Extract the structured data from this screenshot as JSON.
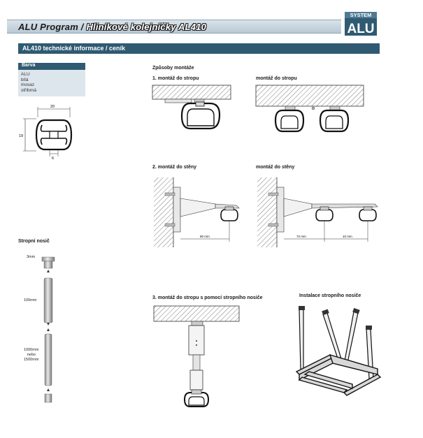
{
  "header": {
    "title_main": "ALU Program /",
    "title_sub": "Hliníkové kolejničky AL410",
    "logo_top": "SYSTEM",
    "logo_bottom": "ALU",
    "colors": {
      "dark_blue": "#2f5a72",
      "header_light": "#c9d6df",
      "panel": "#dde6ec"
    }
  },
  "section": {
    "title": "AL410 technické informace / ceník"
  },
  "colors_box": {
    "heading": "Barva",
    "items": [
      "ALU",
      "bílá",
      "mosaz",
      "stříbrná"
    ]
  },
  "profile_dims": {
    "width": "20",
    "height": "19",
    "slot": "6"
  },
  "mounting": {
    "title": "Způsoby montáže",
    "ceiling_1": "1. montáž do stropu",
    "ceiling_2": "montáž do stropu",
    "wall_1": "2. montáž do stěny",
    "wall_2": "montáž do stěny",
    "wall_dim_1": "80 mm",
    "wall_dim_2a": "72 mm",
    "wall_dim_2b": "10 mm",
    "carrier_mount": "3. montáž do stropu s pomocí stropního nosiče",
    "carrier_install": "Instalace stropního nosiče"
  },
  "ceiling_carrier": {
    "title": "Stropní nosič",
    "dim_top": "3mm",
    "dim_mid": "100mm",
    "dim_bottom_1": "1000mm",
    "dim_bottom_2": "nebo",
    "dim_bottom_3": "1500mm"
  }
}
